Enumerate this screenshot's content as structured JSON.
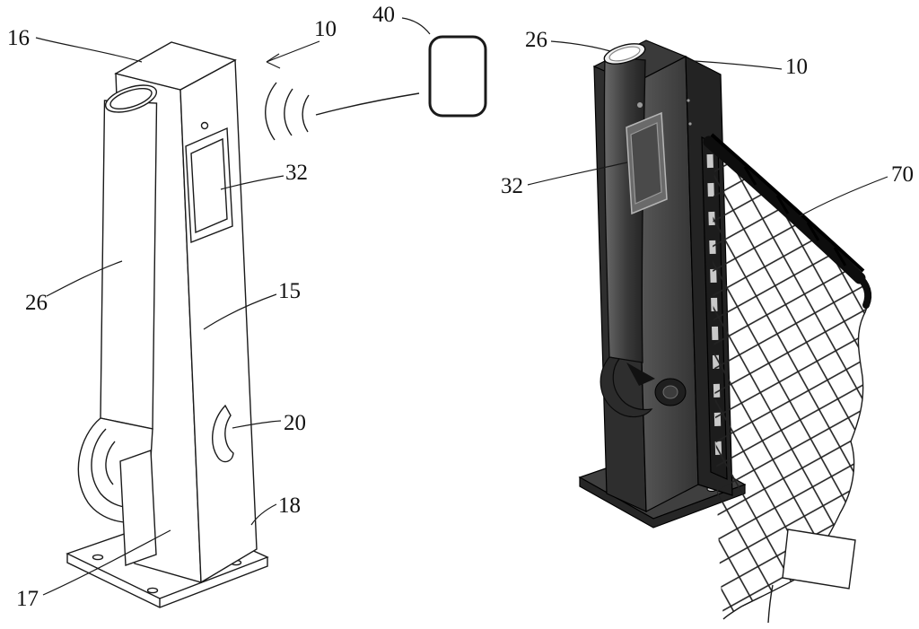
{
  "figure": {
    "kind": "patent-style technical drawing",
    "description": "Two perspective views of a retractable-net bollard post: left line-art view, right shaded view with net deployed",
    "background": "#ffffff"
  },
  "colors": {
    "ink": "#1a1a1a",
    "label_text": "#111111",
    "post_front": "#474747",
    "post_side": "#232323",
    "post_left": "#2e2e2e",
    "post_top": "#3a3a3a",
    "base_top": "#3f3f3f",
    "base_side": "#262626",
    "rail": "#1c1c1c",
    "net_bar": "#0d0d0d",
    "screen_face": "#6a6a6a"
  },
  "labels": [
    {
      "id": "16",
      "text": "16"
    },
    {
      "id": "10-left",
      "text": "10"
    },
    {
      "id": "40",
      "text": "40"
    },
    {
      "id": "26-left",
      "text": "26"
    },
    {
      "id": "32-left",
      "text": "32"
    },
    {
      "id": "15",
      "text": "15"
    },
    {
      "id": "20",
      "text": "20"
    },
    {
      "id": "18",
      "text": "18"
    },
    {
      "id": "17",
      "text": "17"
    },
    {
      "id": "26-right",
      "text": "26"
    },
    {
      "id": "10-right",
      "text": "10"
    },
    {
      "id": "32-right",
      "text": "32"
    },
    {
      "id": "70",
      "text": "70"
    }
  ]
}
